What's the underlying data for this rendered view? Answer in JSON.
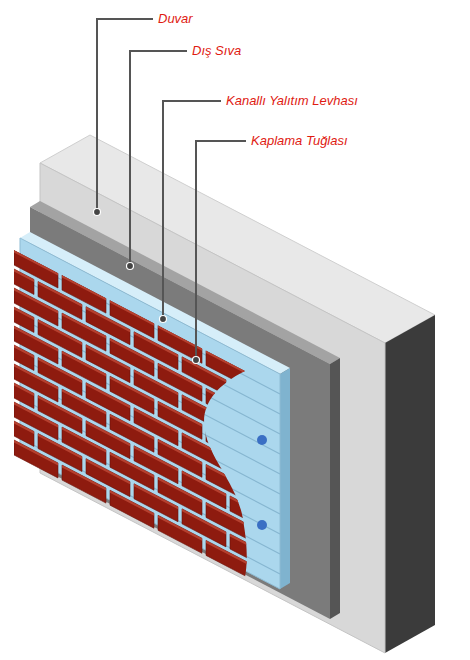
{
  "diagram": {
    "labels": [
      "Duvar",
      "Dış Sıva",
      "Kanallı Yalıtım Levhası",
      "Kaplama Tuğlası"
    ]
  }
}
